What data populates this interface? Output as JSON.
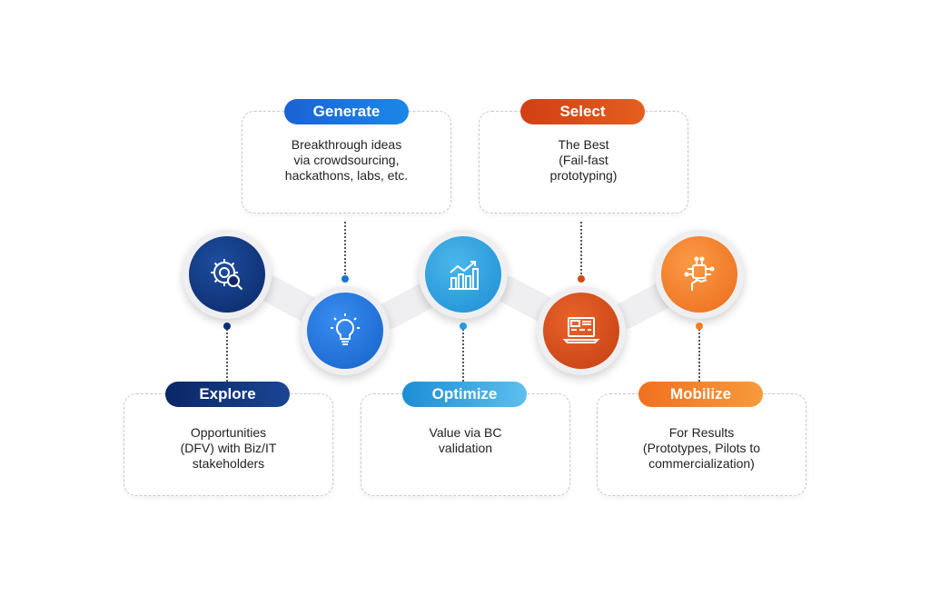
{
  "steps": {
    "explore": {
      "title": "Explore",
      "desc": "Opportunities\n(DFV) with Biz/IT\nstakeholders",
      "color": "#0c2f78"
    },
    "generate": {
      "title": "Generate",
      "desc": "Breakthrough ideas\nvia crowdsourcing,\nhackathons, labs, etc.",
      "color": "#1873d6"
    },
    "optimize": {
      "title": "Optimize",
      "desc": "Value via BC\nvalidation",
      "color": "#2a9bd9"
    },
    "select": {
      "title": "Select",
      "desc": "The Best\n(Fail-fast\nprototyping)",
      "color": "#d24a18"
    },
    "mobilize": {
      "title": "Mobilize",
      "desc": "For Results\n(Prototypes, Pilots to\ncommercialization)",
      "color": "#f27d22"
    }
  },
  "icons": [
    "gear-search-icon",
    "lightbulb-icon",
    "growth-chart-icon",
    "laptop-dashboard-icon",
    "ai-hand-icon"
  ]
}
